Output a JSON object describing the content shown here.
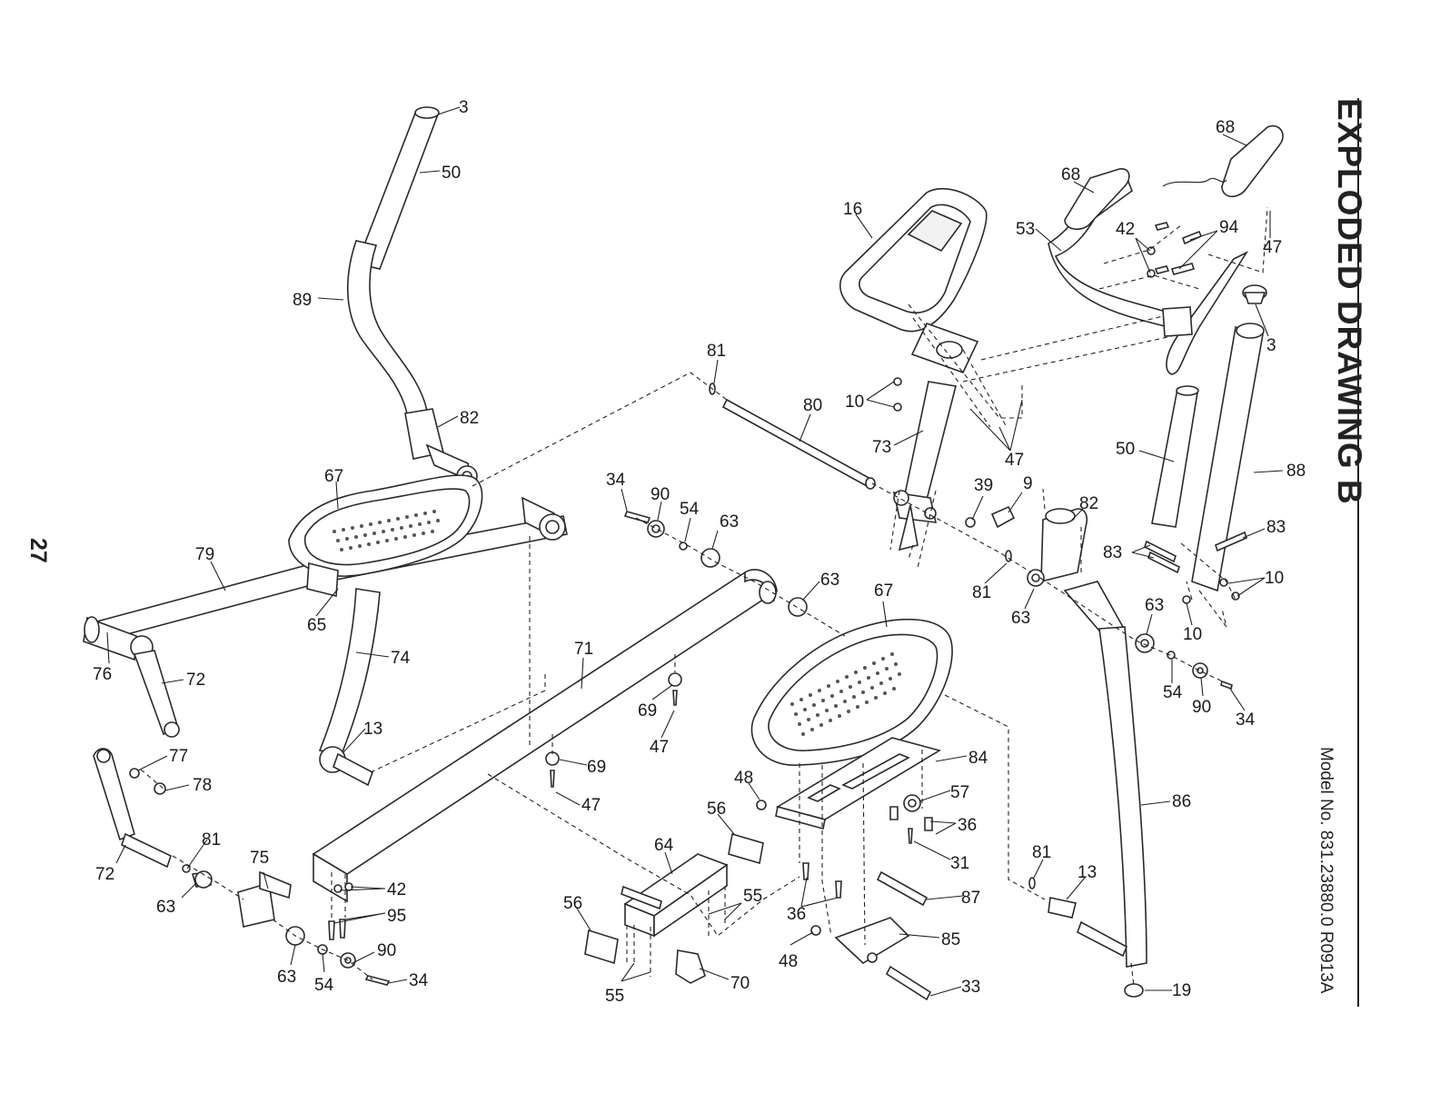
{
  "title": "EXPLODED DRAWING B",
  "model_line": "Model No. 831.23880.0 R0913A",
  "page_number": "27",
  "labels": [
    "3",
    "50",
    "89",
    "82",
    "67",
    "79",
    "65",
    "76",
    "72",
    "74",
    "13",
    "77",
    "78",
    "72",
    "81",
    "63",
    "75",
    "42",
    "95",
    "63",
    "54",
    "90",
    "34",
    "71",
    "34",
    "90",
    "54",
    "63",
    "63",
    "69",
    "47",
    "69",
    "47",
    "81",
    "80",
    "16",
    "10",
    "73",
    "47",
    "39",
    "9",
    "82",
    "81",
    "63",
    "68",
    "68",
    "53",
    "42",
    "94",
    "47",
    "3",
    "88",
    "50",
    "83",
    "83",
    "10",
    "63",
    "10",
    "54",
    "90",
    "34",
    "67",
    "84",
    "57",
    "36",
    "31",
    "48",
    "36",
    "87",
    "48",
    "85",
    "33",
    "56",
    "64",
    "55",
    "56",
    "55",
    "70",
    "81",
    "13",
    "86",
    "19"
  ]
}
